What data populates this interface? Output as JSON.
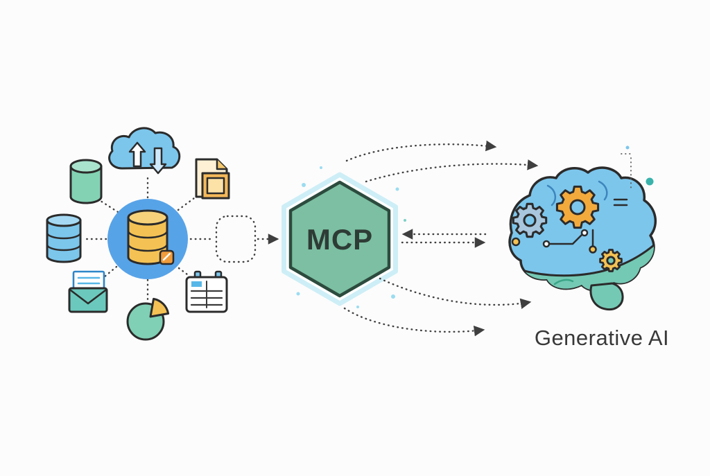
{
  "diagram": {
    "labels": {
      "mcp": "MCP",
      "generative_ai": "Generative AI"
    },
    "colors": {
      "background": "#fcfcfc",
      "hub_circle": "#57a3e8",
      "hub_database": "#f4c254",
      "mcp_hexagon": "#7cbfa2",
      "mcp_hexagon_border": "#2c4b3e",
      "mcp_glow": "#cdeef6",
      "cloud_blue": "#7cc6ec",
      "cylinder_green": "#83d2b4",
      "cylinder_stack_blue": "#7cc6ec",
      "documents_orange": "#f5b95a",
      "envelope_teal": "#6ac9bc",
      "pie_green": "#7fd0b4",
      "pie_slice_yellow": "#f4c254",
      "brain_blue": "#7cc6ec",
      "brain_teal": "#74c9b4",
      "gear_orange": "#f3aa3c",
      "gear_blue_gray": "#a8c6dd",
      "gear_yellow": "#f3c254",
      "connector_line": "#3f3f3f",
      "text": "#383838"
    },
    "icons": [
      "cloud-sync-icon",
      "database-cylinder-icon",
      "database-stack-icon",
      "documents-icon",
      "email-icon",
      "pie-chart-icon",
      "spreadsheet-icon",
      "data-hub-database-icon",
      "edit-badge-icon",
      "mcp-hexagon",
      "brain-icon",
      "gear-icon-large",
      "gear-icon-medium",
      "gear-icon-small"
    ]
  }
}
